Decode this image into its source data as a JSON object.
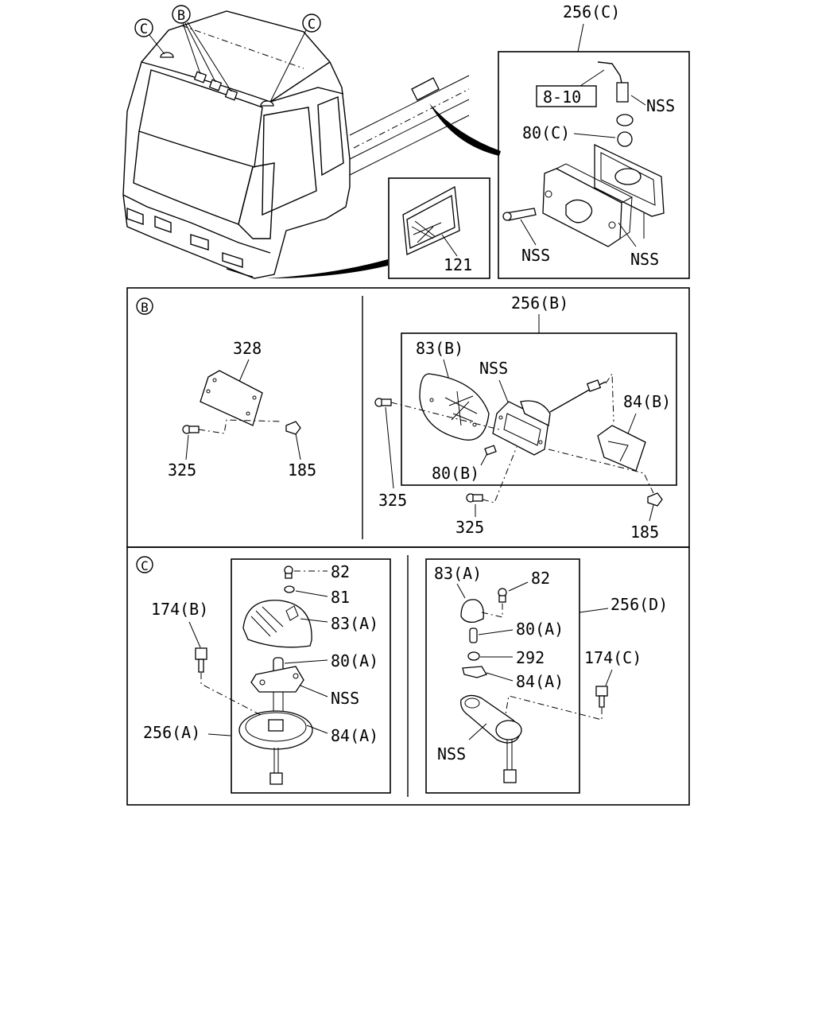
{
  "callouts": {
    "b_top": "B",
    "c_top_left": "C",
    "c_top_right": "C",
    "b_section": "B",
    "c_section": "C"
  },
  "top_right": {
    "assembly": "256(C)",
    "ref_box": "8-10",
    "nss_1": "NSS",
    "part_80c": "80(C)",
    "nss_2": "NSS",
    "nss_3": "NSS"
  },
  "reflector": {
    "part": "121"
  },
  "section_b_left": {
    "plate": "328",
    "screw": "325",
    "clip": "185"
  },
  "section_b_right": {
    "assembly": "256(B)",
    "lens": "83(B)",
    "nss": "NSS",
    "base": "84(B)",
    "bulb": "80(B)",
    "screw_1": "325",
    "screw_2": "325",
    "clip": "185"
  },
  "section_c_left": {
    "screw_82": "82",
    "washer_81": "81",
    "lens_83a": "83(A)",
    "bulb_80a": "80(A)",
    "nss": "NSS",
    "base_84a": "84(A)",
    "bolt_174b": "174(B)",
    "assembly_256a": "256(A)"
  },
  "section_c_right": {
    "lens_83a": "83(A)",
    "screw_82": "82",
    "assembly_256d": "256(D)",
    "bulb_80a": "80(A)",
    "bolt_174c": "174(C)",
    "part_292": "292",
    "base_84a": "84(A)",
    "nss": "NSS"
  }
}
